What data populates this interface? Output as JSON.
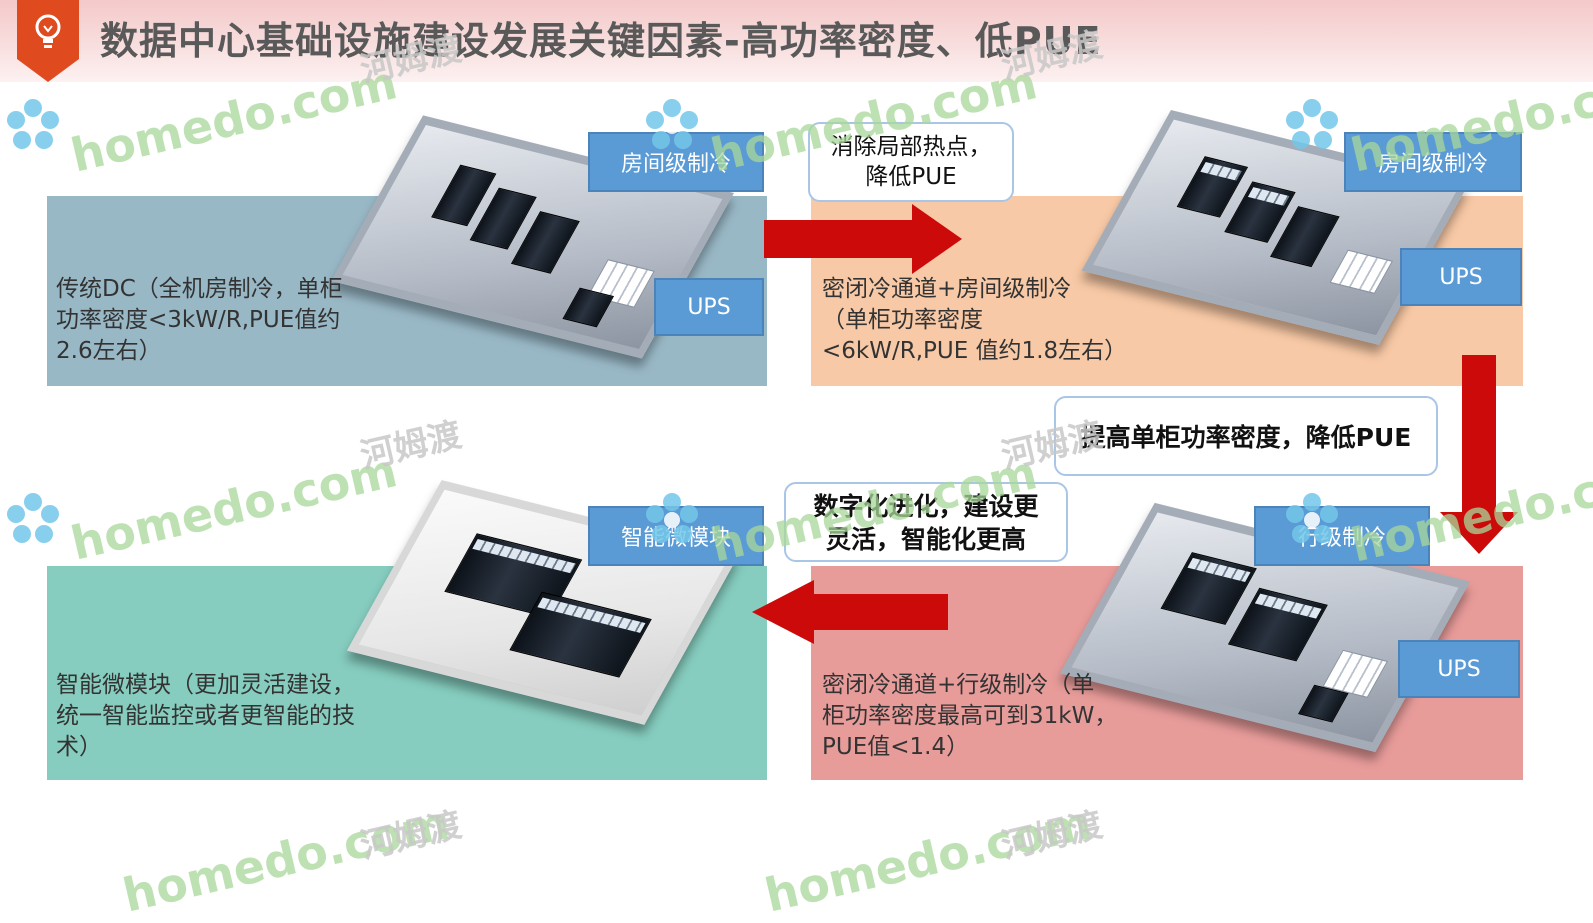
{
  "header": {
    "title": "数据中心基础设施建设发展关键因素-高功率密度、低PUE",
    "icon": "lightbulb-icon",
    "accent": "#e04a1f"
  },
  "panels": {
    "p1": {
      "text": "传统DC（全机房制冷，单柜\n功率密度<3kW/R,PUE值约\n2.6左右）",
      "tags": [
        "房间级制冷",
        "UPS"
      ],
      "color": "#99b8c6"
    },
    "p2": {
      "text": "密闭冷通道+房间级制冷\n（单柜功率密度\n<6kW/R,PUE 值约1.8左右）",
      "tags": [
        "房间级制冷",
        "UPS"
      ],
      "color": "#f8c9a6"
    },
    "p3": {
      "text": "智能微模块（更加灵活建设，\n统一智能监控或者更智能的技\n术）",
      "tags": [
        "智能微模块"
      ],
      "color": "#86cdbf"
    },
    "p4": {
      "text": "密闭冷通道+行级制冷（单\n柜功率密度最高可到31kW，\nPUE值<1.4）",
      "tags": [
        "行级制冷",
        "UPS"
      ],
      "color": "#e89c9a"
    }
  },
  "callouts": {
    "c1": "消除局部热点，\n降低PUE",
    "c2": "提高单柜功率密度，降低PUE",
    "c3": "数字化进化，建设更\n灵活，智能化更高"
  },
  "watermark": {
    "latin": "homedo.com",
    "cn": "河姆渡"
  },
  "colors": {
    "arrow": "#cc0a0a",
    "tag": "#5b9bd5"
  }
}
